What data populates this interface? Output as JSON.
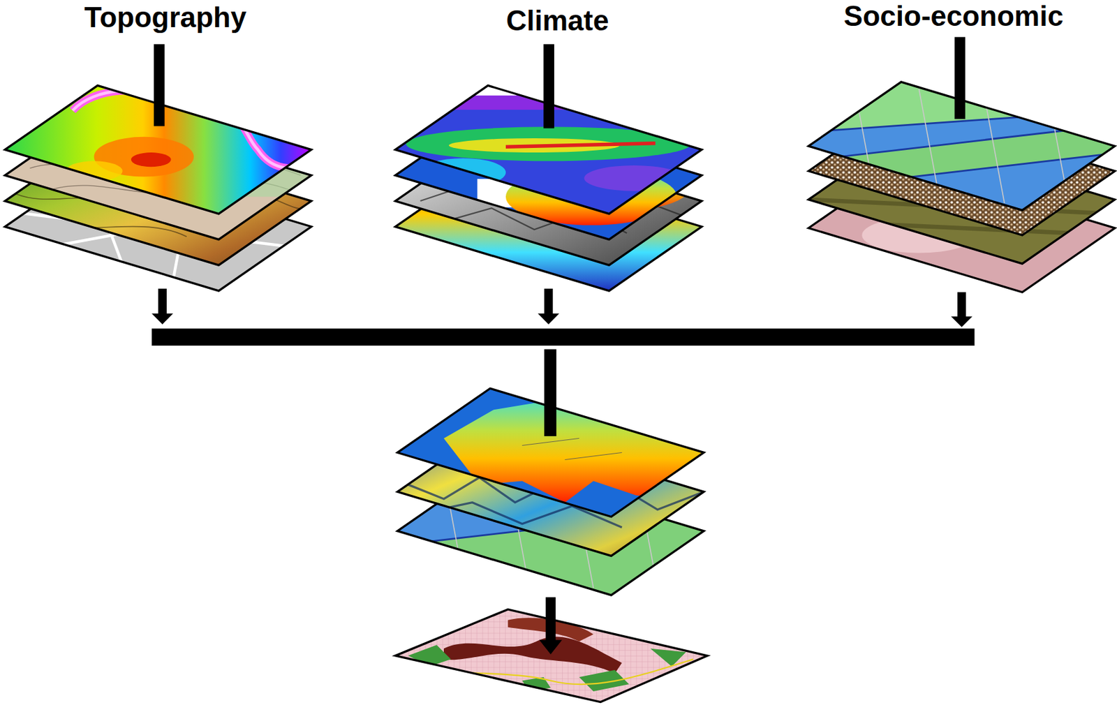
{
  "diagram": {
    "nodes": [
      {
        "text": [
          "Topography"
        ]
      },
      {
        "text": [
          "Climate"
        ]
      },
      {
        "text": [
          "Socio-economic"
        ]
      }
    ]
  }
}
